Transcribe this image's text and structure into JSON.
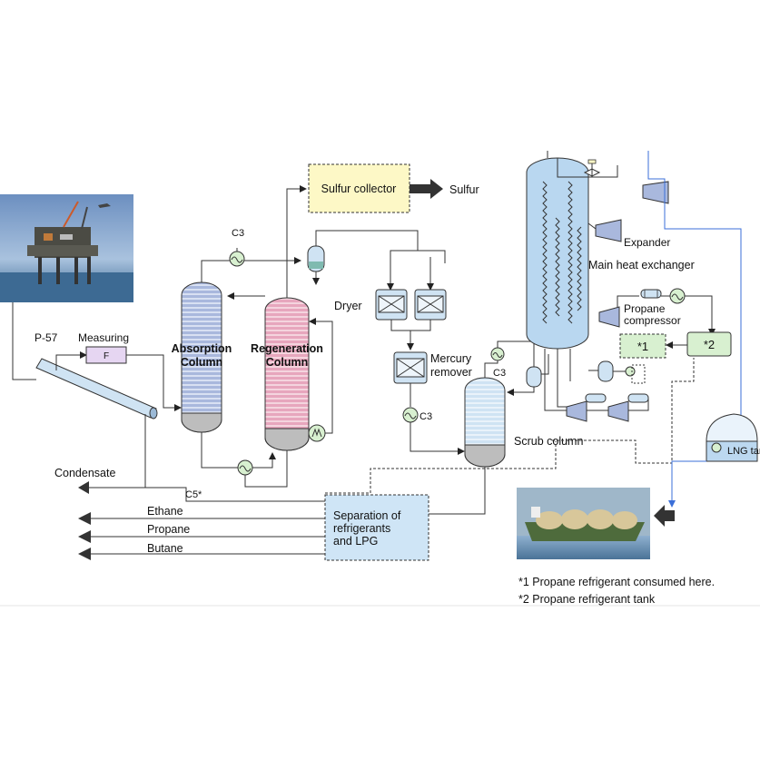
{
  "labels": {
    "sulfur_collector": "Sulfur collector",
    "sulfur": "Sulfur",
    "c3_top": "C3",
    "dryer": "Dryer",
    "p57": "P-57",
    "measuring": "Measuring",
    "f_meter": "F",
    "absorption_line1": "Absorption",
    "absorption_line2": "Column",
    "regeneration_line1": "Regeneration",
    "regeneration_line2": "Column",
    "mercury_line1": "Mercury",
    "mercury_line2": "remover",
    "c3_mercury": "C3",
    "c3_scrub": "C3",
    "scrub_column": "Scrub column",
    "expander": "Expander",
    "main_heat_exchanger": "Main heat exchanger",
    "propane_line1": "Propane",
    "propane_line2": "compressor",
    "star1": "*1",
    "star2": "*2",
    "lng_tank": "LNG tank",
    "condensate": "Condensate",
    "c5": "C5*",
    "ethane": "Ethane",
    "propane": "Propane",
    "butane": "Butane",
    "separation_line1": "Separation of",
    "separation_line2": "refrigerants",
    "separation_line3": "and LPG"
  },
  "notes": {
    "note1": "*1 Propane refrigerant consumed here.",
    "note2": "*2 Propane refrigerant tank"
  },
  "colors": {
    "absorption": "#a9b8dd",
    "regeneration": "#e7a6bd",
    "vessel_blue": "#cfe3f3",
    "lng_blue": "#bcd8f0",
    "sulfur_box": "#fdf8c6",
    "star_box": "#d8f0d0",
    "measuring_box": "#e6d6f2",
    "separation_box": "#cfe5f6"
  }
}
